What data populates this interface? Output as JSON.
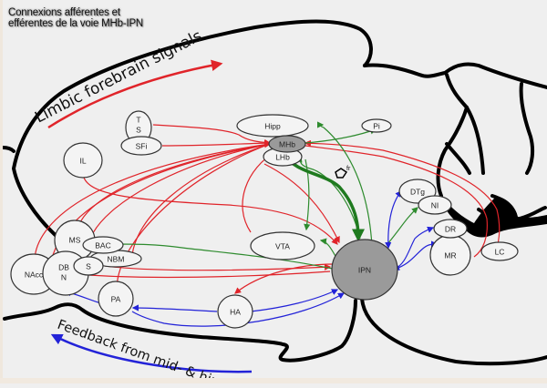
{
  "title": {
    "line1": "Connexions afférentes et",
    "line2": "efférentes de la voie MHb-IPN"
  },
  "annotations": {
    "limbic": "Limbic forebrain signals",
    "feedback": "Feedback from mid- & hind-brain",
    "fr": "fr"
  },
  "colors": {
    "background": "#efefef",
    "afferent_forebrain": "#e0242a",
    "efferent_ipn": "#2e8b2e",
    "feedback_midbrain": "#2323d8",
    "node_fill": "#f4f4f4",
    "highlight_fill": "#9a9a9a",
    "outline": "#000000"
  },
  "nodes": [
    {
      "id": "Hipp",
      "label": "Hipp"
    },
    {
      "id": "Pi",
      "label": "Pi"
    },
    {
      "id": "MHb",
      "label": "MHb",
      "highlight": true
    },
    {
      "id": "LHb",
      "label": "LHb"
    },
    {
      "id": "TS",
      "label": "T\nS"
    },
    {
      "id": "SFi",
      "label": "SFi"
    },
    {
      "id": "IL",
      "label": "IL"
    },
    {
      "id": "MS",
      "label": "MS"
    },
    {
      "id": "BAC",
      "label": "BAC"
    },
    {
      "id": "NBM",
      "label": "NBM"
    },
    {
      "id": "S",
      "label": "S"
    },
    {
      "id": "DBN",
      "label": "DB\nN"
    },
    {
      "id": "NAcc",
      "label": "NAcc"
    },
    {
      "id": "PA",
      "label": "PA"
    },
    {
      "id": "HA",
      "label": "HA"
    },
    {
      "id": "VTA",
      "label": "VTA"
    },
    {
      "id": "IPN",
      "label": "IPN",
      "highlight": true
    },
    {
      "id": "DTg",
      "label": "DTg"
    },
    {
      "id": "NI",
      "label": "NI"
    },
    {
      "id": "DR",
      "label": "DR"
    },
    {
      "id": "MR",
      "label": "MR"
    },
    {
      "id": "LC",
      "label": "LC"
    }
  ],
  "connections": [
    {
      "from": "TS",
      "to": "MHb",
      "type": "afferent"
    },
    {
      "from": "SFi",
      "to": "MHb",
      "type": "afferent"
    },
    {
      "from": "IL",
      "to": "IPN",
      "type": "afferent"
    },
    {
      "from": "NAcc",
      "to": "MHb",
      "type": "afferent"
    },
    {
      "from": "DBN",
      "to": "MHb",
      "type": "afferent"
    },
    {
      "from": "MS",
      "to": "MHb",
      "type": "afferent"
    },
    {
      "from": "BAC",
      "to": "MHb",
      "type": "afferent"
    },
    {
      "from": "NBM",
      "to": "MHb",
      "type": "afferent"
    },
    {
      "from": "PA",
      "to": "MHb",
      "type": "afferent"
    },
    {
      "from": "S",
      "to": "IPN",
      "type": "afferent"
    },
    {
      "from": "DBN",
      "to": "IPN",
      "type": "afferent"
    },
    {
      "from": "IPN",
      "to": "HA",
      "type": "afferent"
    },
    {
      "from": "MHb",
      "to": "IPN",
      "type": "afferent"
    },
    {
      "from": "LC",
      "to": "MHb",
      "type": "afferent"
    },
    {
      "from": "MR",
      "to": "MHb",
      "type": "afferent"
    },
    {
      "from": "MHb",
      "to": "IPN",
      "type": "fasciculus-retroflexus"
    },
    {
      "from": "MHb",
      "to": "Pi",
      "type": "efferent"
    },
    {
      "from": "IPN",
      "to": "Hipp",
      "type": "efferent"
    },
    {
      "from": "IPN",
      "to": "LHb",
      "type": "efferent"
    },
    {
      "from": "MHb",
      "to": "VTA",
      "type": "efferent"
    },
    {
      "from": "IPN",
      "to": "VTA",
      "type": "efferent"
    },
    {
      "from": "IPN",
      "to": "MS",
      "type": "efferent"
    },
    {
      "from": "IPN",
      "to": "NI",
      "type": "efferent"
    },
    {
      "from": "IPN",
      "to": "DTg",
      "type": "feedback"
    },
    {
      "from": "DTg",
      "to": "IPN",
      "type": "feedback"
    },
    {
      "from": "IPN",
      "to": "DR",
      "type": "feedback"
    },
    {
      "from": "IPN",
      "to": "MR",
      "type": "feedback"
    },
    {
      "from": "IPN",
      "to": "PA",
      "type": "feedback"
    },
    {
      "from": "HA",
      "to": "IPN",
      "type": "feedback"
    },
    {
      "from": "HA",
      "to": "PA",
      "type": "feedback"
    },
    {
      "from": "PA",
      "to": "DBN",
      "type": "feedback"
    }
  ]
}
